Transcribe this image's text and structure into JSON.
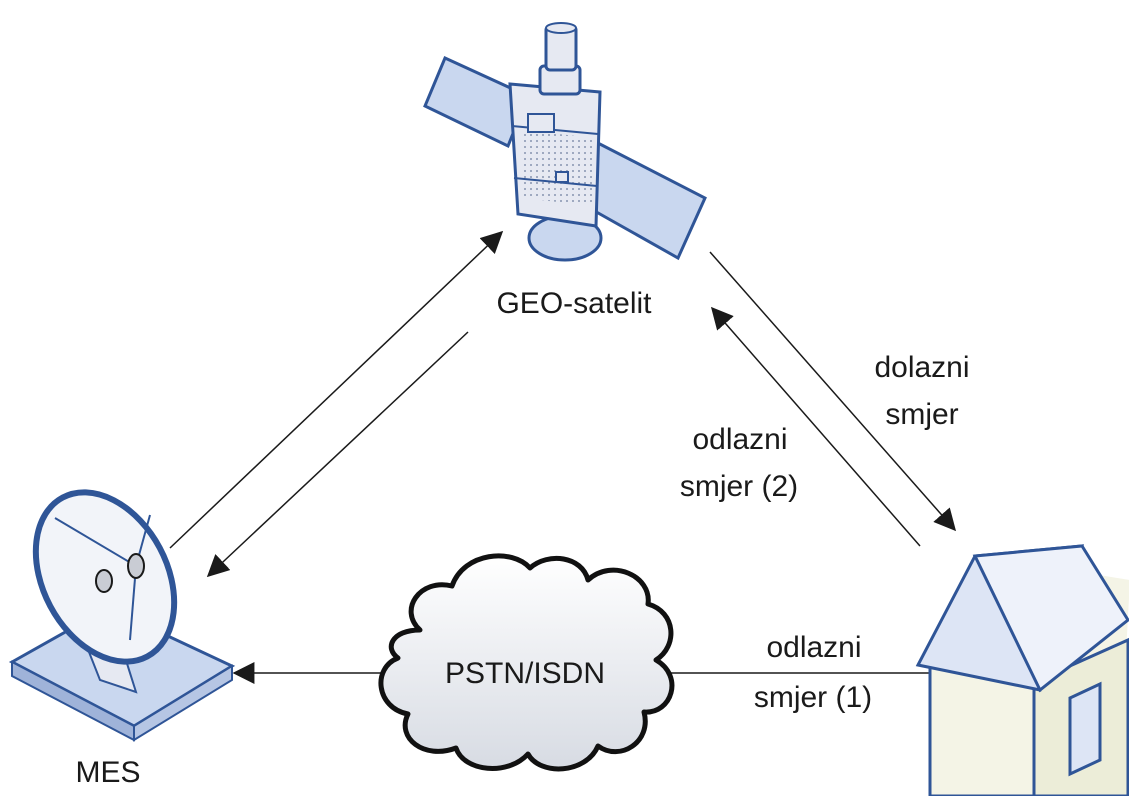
{
  "labels": {
    "satellite": "GEO-satelit",
    "mes": "MES",
    "network": "PSTN/ISDN",
    "downlink_line1": "dolazni",
    "downlink_line2": "smjer",
    "uplink2_line1": "odlazni",
    "uplink2_line2": "smjer (2)",
    "uplink1_line1": "odlazni",
    "uplink1_line2": "smjer (1)"
  },
  "colors": {
    "line": "#1a1a1a",
    "panel_fill": "#c9d7ef",
    "panel_stroke": "#2f5597",
    "device_fill": "#e6e9f2",
    "house_wall": "#f4f4e6",
    "house_roof": "#dde5f5",
    "chimney": "#d9334a"
  },
  "icons": [
    "satellite-icon",
    "dish-antenna-icon",
    "cloud-icon",
    "house-icon"
  ]
}
